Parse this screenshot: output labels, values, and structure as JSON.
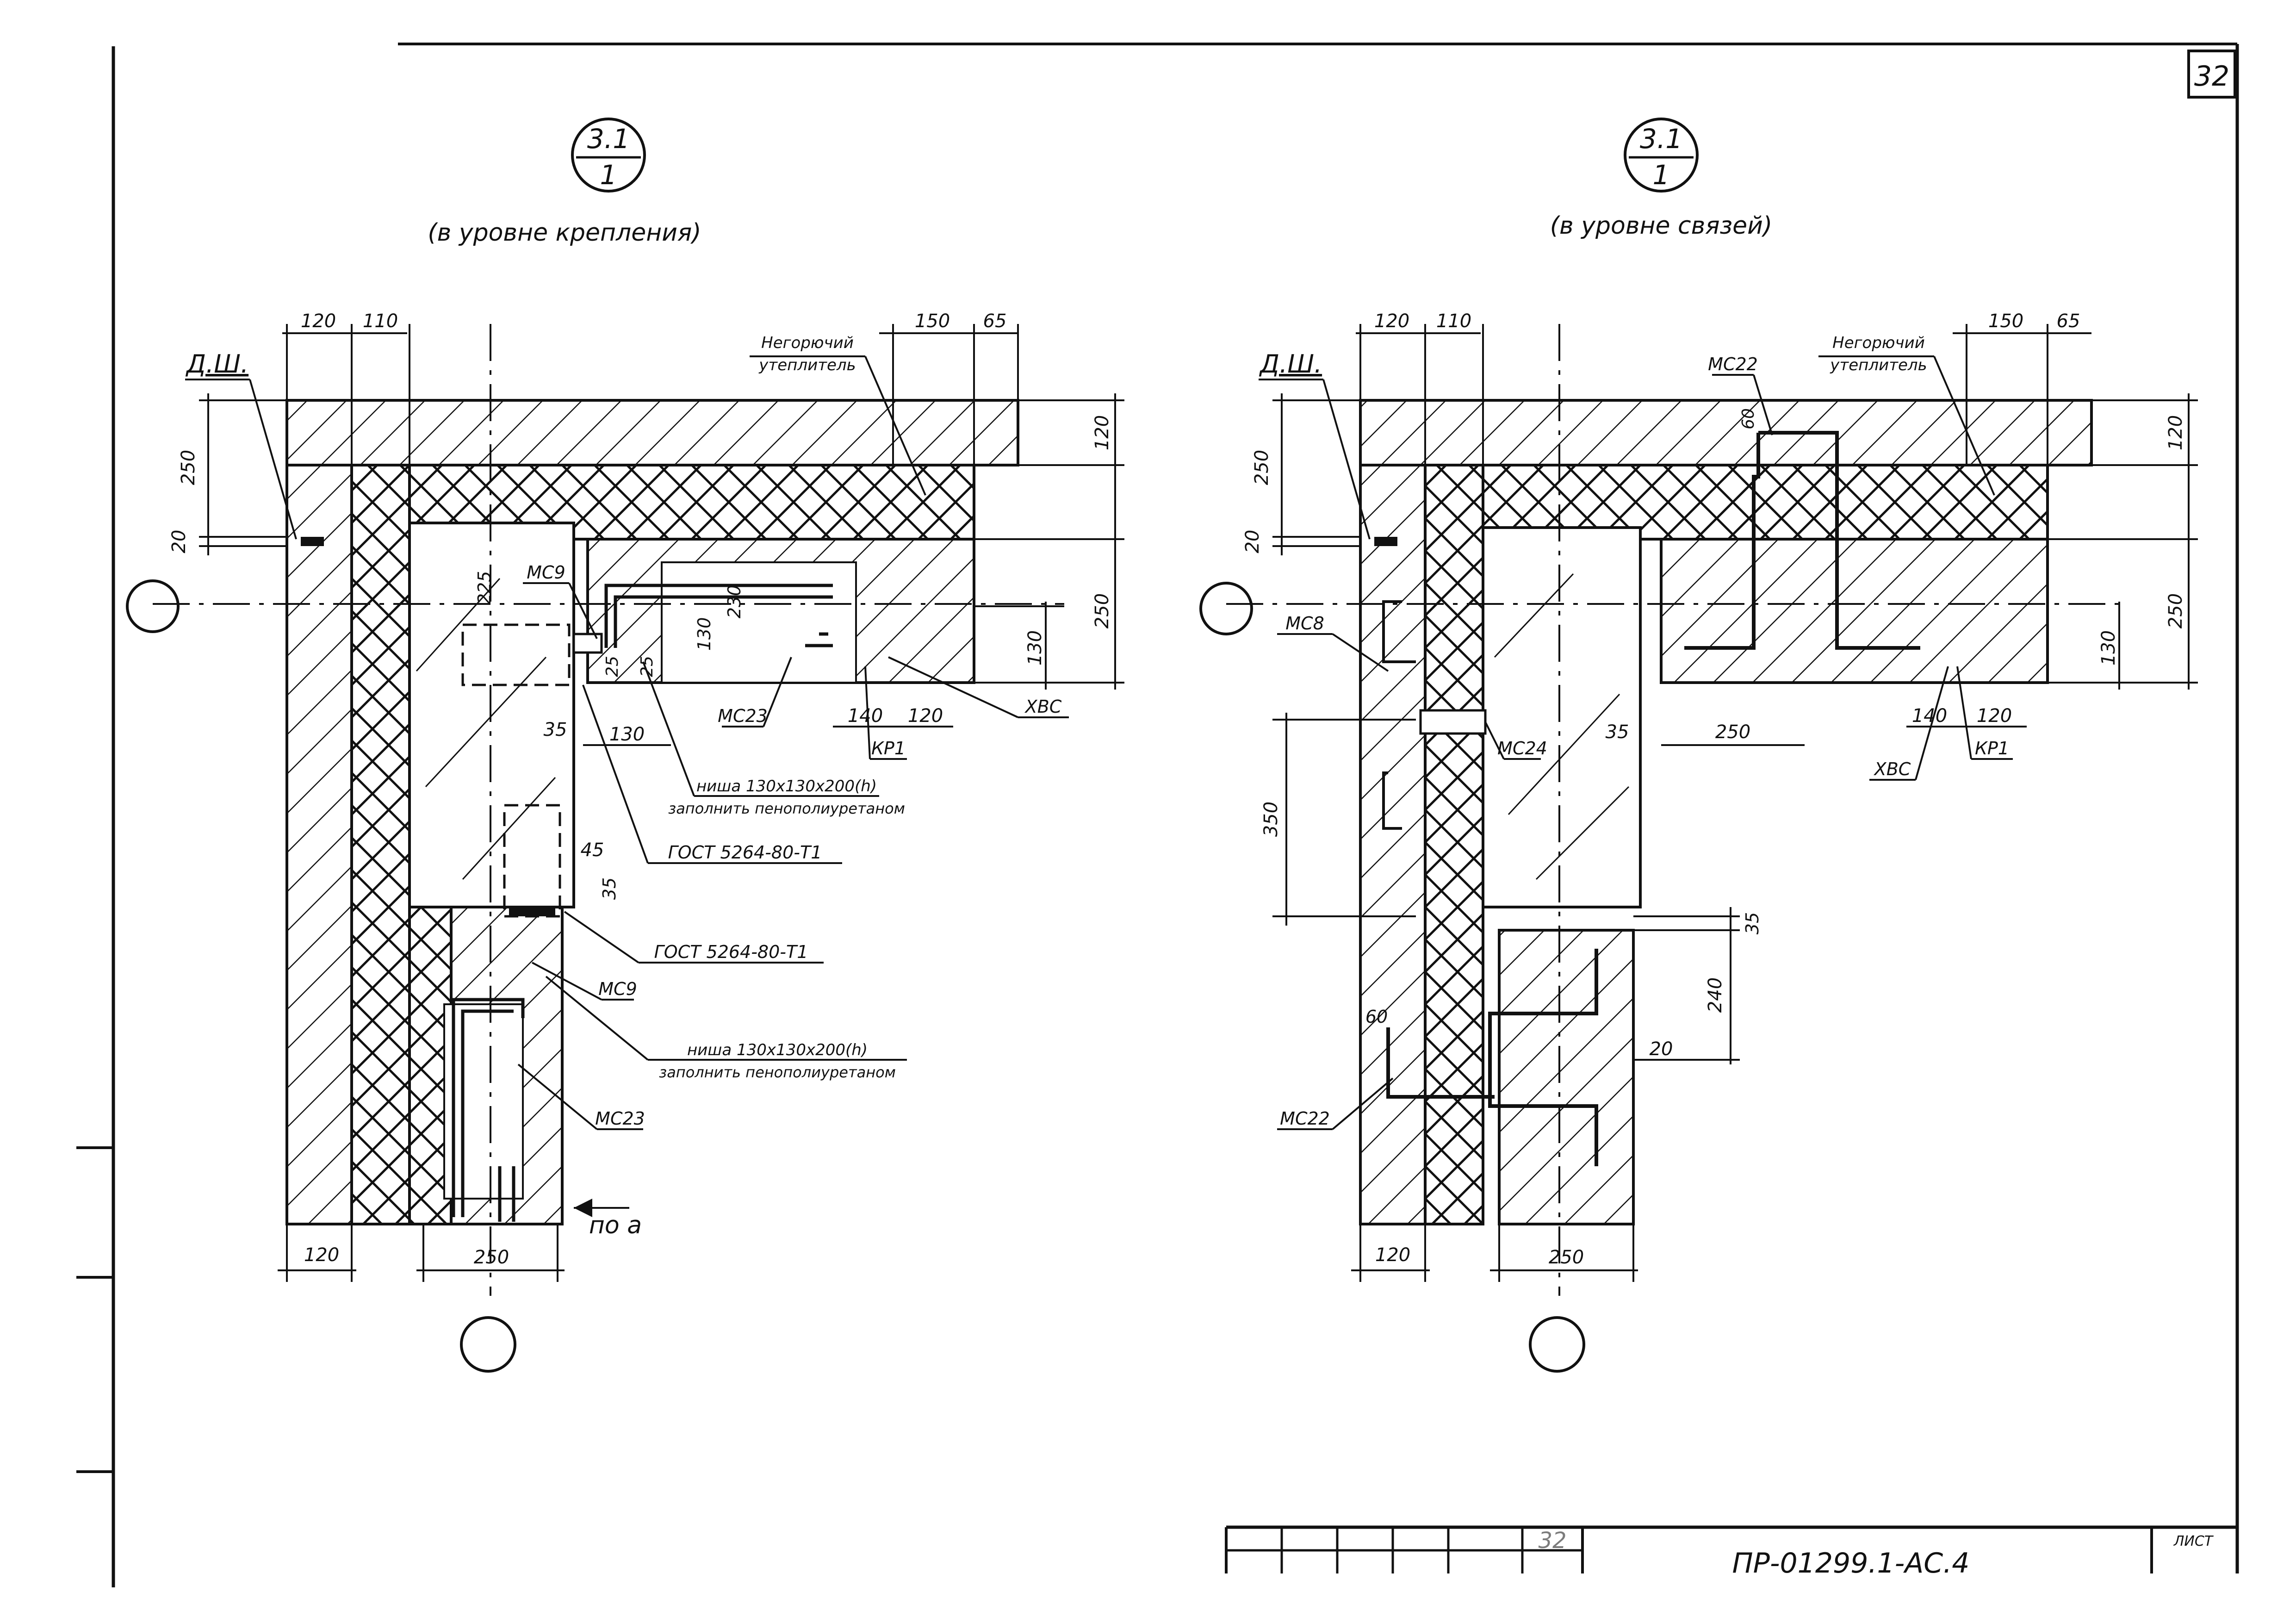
{
  "sheet": {
    "number": "32",
    "stamp_small": "32",
    "doc_code": "ПР-01299.1-АС.4",
    "list_label": "ЛИСТ"
  },
  "views": [
    {
      "section_top": "3.1",
      "section_bottom": "1",
      "caption": "(в уровне крепления)"
    },
    {
      "section_top": "3.1",
      "section_bottom": "1",
      "caption": "(в уровне связей)"
    }
  ],
  "left": {
    "dims": {
      "d120_top": "120",
      "d110_top": "110",
      "d150": "150",
      "d65": "65",
      "d250_left": "250",
      "d20_left": "20",
      "d120_right": "120",
      "d250_right": "250",
      "d130_right": "130",
      "d225": "225",
      "d130_inner": "130",
      "d230": "230",
      "d25a": "25",
      "d25b": "25",
      "d35": "35",
      "d130_bottom": "130",
      "d140": "140",
      "d120_b": "120",
      "d45": "45",
      "d35_b": "35",
      "d120_base": "120",
      "d250_base": "250"
    },
    "labels": {
      "dsh": "Д.Ш.",
      "insul_1": "Негорючий",
      "insul_2": "утеплитель",
      "mc9_a": "МС9",
      "mc23_a": "МС23",
      "kr1": "КР1",
      "hvs": "ХВС",
      "niche_1a": "ниша 130х130х200(h)",
      "niche_1b": "заполнить пенополиуретаном",
      "gost_1": "ГОСТ 5264-80-Т1",
      "gost_2": "ГОСТ 5264-80-Т1",
      "mc9_b": "МС9",
      "niche_2a": "ниша 130х130х200(h)",
      "niche_2b": "заполнить пенополиуретаном",
      "mc23_b": "МС23",
      "po_a": "по а"
    }
  },
  "right": {
    "dims": {
      "d120_top": "120",
      "d110_top": "110",
      "d150": "150",
      "d65": "65",
      "d250_left": "250",
      "d20_left": "20",
      "d120_right": "120",
      "d250_right": "250",
      "d130_right": "130",
      "d60_top": "60",
      "d35": "35",
      "d250_mid": "250",
      "d140": "140",
      "d120_b": "120",
      "d350": "350",
      "d35_b": "35",
      "d240": "240",
      "d20_b": "20",
      "d60_b": "60",
      "d120_base": "120",
      "d250_base": "250"
    },
    "labels": {
      "dsh": "Д.Ш.",
      "mc22_top": "МС22",
      "insul_1": "Негорючий",
      "insul_2": "утеплитель",
      "mc8": "МС8",
      "mc24": "МС24",
      "hvs": "ХВС",
      "kr1": "КР1",
      "mc22_bottom": "МС22"
    }
  }
}
